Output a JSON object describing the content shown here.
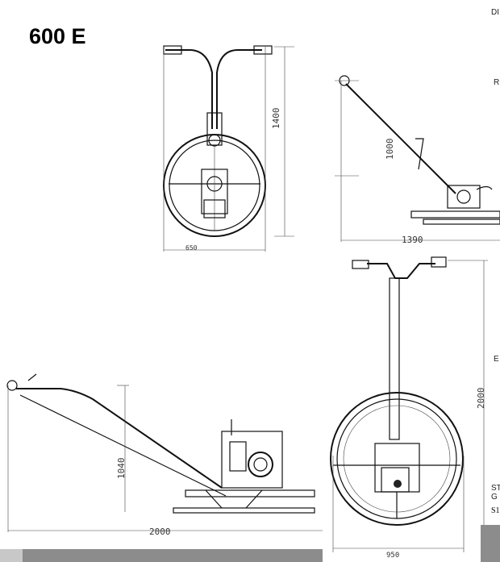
{
  "document": {
    "title": "600 E",
    "side_labels": [
      "DI",
      "R",
      "E",
      "ST",
      "G",
      "S1"
    ],
    "views": {
      "front": {
        "width_label": "650",
        "height_label": "1400"
      },
      "side": {
        "height_label": "1000",
        "length_label": "1390"
      },
      "extended": {
        "height_label": "1040",
        "length_label": "2000"
      },
      "front_extended": {
        "height_label": "2000",
        "width_label": "950"
      }
    }
  }
}
